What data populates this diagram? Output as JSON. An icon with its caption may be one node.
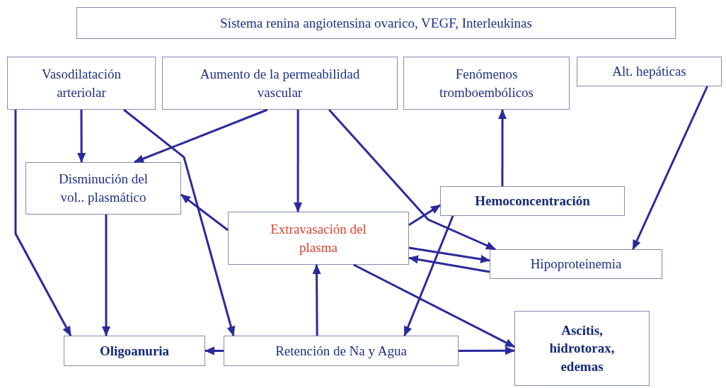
{
  "diagram": {
    "nodes": [
      {
        "text": [
          "Sistema renina angiotensina ovarico, VEGF, Interleukinas"
        ]
      },
      {
        "text": [
          "Vasodilatación arteriolar"
        ]
      },
      {
        "text": [
          "Aumento de la permeabilidad vascular"
        ]
      },
      {
        "text": [
          "Fenómenos tromboembólicos"
        ]
      },
      {
        "text": [
          "Alt. hepáticas"
        ]
      },
      {
        "text": [
          "Disminución del vol.. plasmático"
        ]
      },
      {
        "text": [
          "Extravasación del plasma"
        ]
      },
      {
        "text": [
          "Hemoconcentración"
        ]
      },
      {
        "text": [
          "Hipoproteinemia"
        ]
      },
      {
        "text": [
          "Oligoanuria"
        ]
      },
      {
        "text": [
          "Retención de Na y Agua"
        ]
      },
      {
        "text": [
          "Ascitis, hidrotorax, edemas"
        ]
      }
    ],
    "edges": [
      {
        "from": 1,
        "to": 9,
        "arrow": "to"
      },
      {
        "from": 1,
        "to": 5,
        "arrow": "to"
      },
      {
        "from": 1,
        "to": 10,
        "arrow": "to"
      },
      {
        "from": 2,
        "to": 5,
        "arrow": "to"
      },
      {
        "from": 2,
        "to": 6,
        "arrow": "to"
      },
      {
        "from": 2,
        "to": 8,
        "arrow": "to"
      },
      {
        "from": 6,
        "to": 5,
        "arrow": "to"
      },
      {
        "from": 6,
        "to": 7,
        "arrow": "to"
      },
      {
        "from": 6,
        "to": 8,
        "arrow": "to"
      },
      {
        "from": 8,
        "to": 6,
        "arrow": "to"
      },
      {
        "from": 6,
        "to": 11,
        "arrow": "to"
      },
      {
        "from": 7,
        "to": 3,
        "arrow": "to"
      },
      {
        "from": 7,
        "to": 10,
        "arrow": "to"
      },
      {
        "from": 4,
        "to": 8,
        "arrow": "to"
      },
      {
        "from": 5,
        "to": 9,
        "arrow": "to"
      },
      {
        "from": 10,
        "to": 9,
        "arrow": "to"
      },
      {
        "from": 10,
        "to": 6,
        "arrow": "to"
      },
      {
        "from": 10,
        "to": 11,
        "arrow": "to"
      }
    ]
  }
}
